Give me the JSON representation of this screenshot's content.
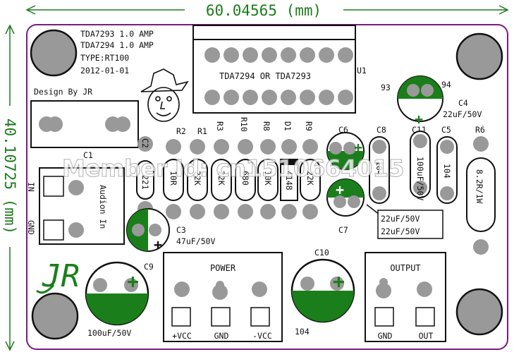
{
  "dimensions": {
    "width_label": "60.04565 (mm)",
    "height_label": "40.10725 (mm)"
  },
  "title_block": {
    "line1": "TDA7293 1.0 AMP",
    "line2": "TDA7294 1.0 AMP",
    "line3": "TYPE:RT100",
    "line4": "2012-01-01"
  },
  "designer": "Design By JR",
  "logo": "JR",
  "chip": {
    "label": "TDA7294 OR TDA7293",
    "ref": "U1"
  },
  "resistors": [
    {
      "ref": "R2",
      "value": "10R"
    },
    {
      "ref": "R1",
      "value": "22K"
    },
    {
      "ref": "R3",
      "value": "22K"
    },
    {
      "ref": "R10",
      "value": "680"
    },
    {
      "ref": "R8",
      "value": "10K"
    },
    {
      "ref": "D1",
      "value": "4148"
    },
    {
      "ref": "R9",
      "value": "22K"
    },
    {
      "ref": "R6",
      "value": "8.2R/1W"
    }
  ],
  "capacitors": [
    {
      "ref": "C1",
      "value": "Audion In"
    },
    {
      "ref": "C2",
      "value": "221"
    },
    {
      "ref": "C3",
      "value": "47uF/50V"
    },
    {
      "ref": "C4",
      "value": "22uF/50V"
    },
    {
      "ref": "C5",
      "value": "104"
    },
    {
      "ref": "C6",
      "value": ""
    },
    {
      "ref": "C7",
      "value": ""
    },
    {
      "ref": "C8",
      "value": "104"
    },
    {
      "ref": "C9",
      "value": "100uF/50V"
    },
    {
      "ref": "C10",
      "value": "104"
    },
    {
      "ref": "C11",
      "value": "100uF/50V"
    }
  ],
  "c6_c7_note": [
    "22uF/50V",
    "22uF/50V"
  ],
  "pins": {
    "p93": "93",
    "p94": "94"
  },
  "input": {
    "in_label": "IN",
    "gnd_label": "GND"
  },
  "power": {
    "title": "POWER",
    "pins": [
      "+VCC",
      "GND",
      "-VCC"
    ]
  },
  "output": {
    "title": "OUTPUT",
    "pins": [
      "GND",
      "OUT"
    ]
  },
  "watermark": "Member Id: cn1510664015",
  "colors": {
    "board_outline": "#7a1b80",
    "dimension": "#1e7a1e",
    "copper": "#1a7f1a",
    "pad": "#999999",
    "silk": "#111111"
  }
}
